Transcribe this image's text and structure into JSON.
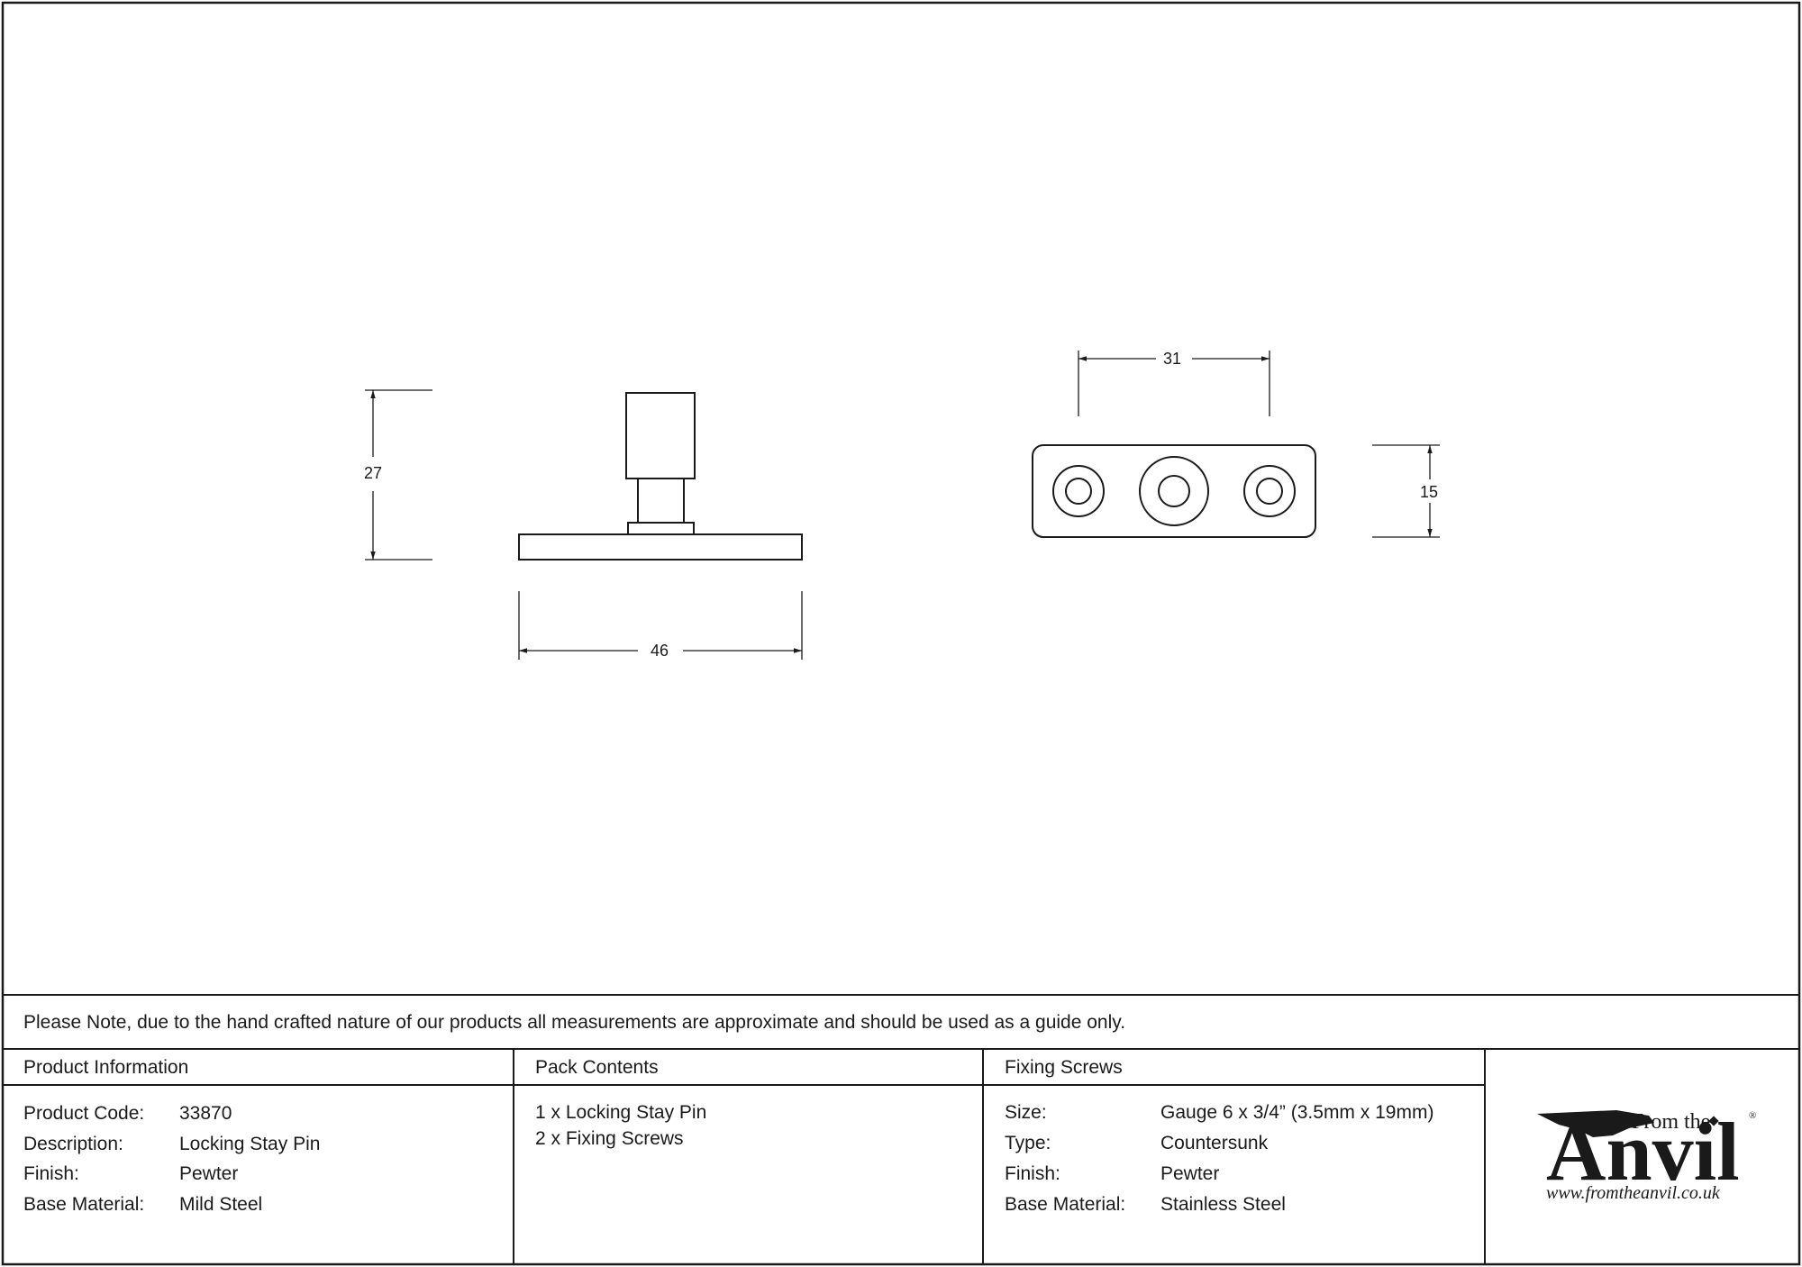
{
  "drawing": {
    "side_view": {
      "height_dim": "27",
      "width_dim": "46"
    },
    "top_view": {
      "length_dim": "31",
      "width_dim": "15"
    }
  },
  "note": "Please Note, due to the hand crafted nature of our products all measurements are approximate and should be used as a guide only.",
  "product_info": {
    "heading": "Product Information",
    "rows": [
      {
        "label": "Product Code:",
        "value": "33870"
      },
      {
        "label": "Description:",
        "value": "Locking Stay Pin"
      },
      {
        "label": "Finish:",
        "value": "Pewter"
      },
      {
        "label": "Base Material:",
        "value": "Mild Steel"
      }
    ]
  },
  "pack_contents": {
    "heading": "Pack Contents",
    "items": [
      "1 x Locking Stay Pin",
      "2 x Fixing Screws"
    ]
  },
  "fixing_screws": {
    "heading": "Fixing Screws",
    "rows": [
      {
        "label": "Size:",
        "value": "Gauge 6 x 3/4” (3.5mm x 19mm)"
      },
      {
        "label": "Type:",
        "value": "Countersunk"
      },
      {
        "label": "Finish:",
        "value": "Pewter"
      },
      {
        "label": "Base Material:",
        "value": "Stainless Steel"
      }
    ]
  },
  "logo": {
    "from_the": "From the",
    "anvil": "Anvil",
    "registered": "®",
    "url": "www.fromtheanvil.co.uk"
  }
}
